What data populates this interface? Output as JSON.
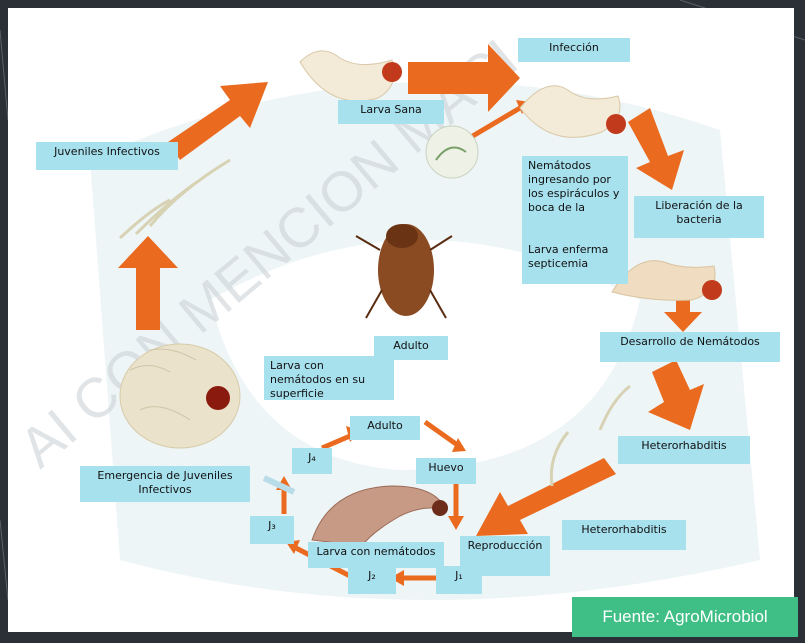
{
  "colors": {
    "label_bg": "#a8e1ee",
    "arrow": "#ea6b1f",
    "source_bg": "#3fbf86",
    "frame_bg": "#2b3036"
  },
  "watermark": "AI CON MENCION MACI",
  "labels": {
    "infeccion": "Infección",
    "larva_sana": "Larva Sana",
    "juveniles_infectivos": "Juveniles Infectivos",
    "nematodos_ingresando": "Nemátodos ingresando por los espiráculos y boca de la",
    "liberacion": "Liberación de la bacteria",
    "larva_enferma": "Larva enferma septicemia",
    "desarrollo": "Desarrollo de Nemátodos",
    "adulto_top": "Adulto",
    "larva_superficie": "Larva con nemátodos en su superficie",
    "heterorhabditis_1": "Heterorhabditis",
    "adulto_small": "Adulto",
    "j4": "J₄",
    "huevo": "Huevo",
    "emergencia": "Emergencia de Juveniles Infectivos",
    "j3": "J₃",
    "heterorhabditis_2": "Heterorhabditis",
    "larva_nematodos": "Larva con nemátodos",
    "reproduccion": "Reproducción",
    "j2": "J₂",
    "j1": "J₁"
  },
  "source": "Fuente: AgroMicrobiol"
}
